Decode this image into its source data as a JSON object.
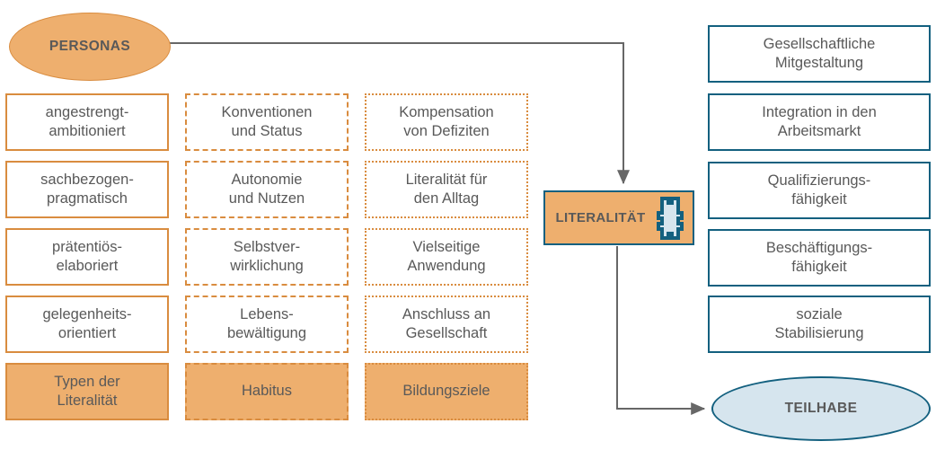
{
  "diagram": {
    "title": "Personas - Literalitaet - Teilhabe",
    "colors": {
      "orange_fill": "#eeaf6e",
      "orange_border": "#d98c3f",
      "blue_border": "#13607f",
      "blue_fill": "#d6e5ee",
      "text": "#595959",
      "connector": "#676767"
    }
  },
  "personas": {
    "label": "PERSONAS",
    "shape": "ellipse"
  },
  "teilhabe": {
    "label": "TEILHABE",
    "shape": "ellipse"
  },
  "literalitaet": {
    "label": "LITERALITÄT",
    "icon": "component-icon"
  },
  "columns": [
    {
      "key": "typen",
      "border_style": "solid",
      "footer": "Typen der\nLiteralität",
      "footer_line1": "Typen der",
      "footer_line2": "Literalität",
      "items": [
        {
          "line1": "angestrengt-",
          "line2": "ambitioniert"
        },
        {
          "line1": "sachbezogen-",
          "line2": "pragmatisch"
        },
        {
          "line1": "prätentiös-",
          "line2": "elaboriert"
        },
        {
          "line1": "gelegenheits-",
          "line2": "orientiert"
        }
      ]
    },
    {
      "key": "habitus",
      "border_style": "dashed",
      "footer": "Habitus",
      "footer_line1": "Habitus",
      "footer_line2": "",
      "items": [
        {
          "line1": "Konventionen",
          "line2": "und Status"
        },
        {
          "line1": "Autonomie",
          "line2": "und Nutzen"
        },
        {
          "line1": "Selbstver-",
          "line2": "wirklichung"
        },
        {
          "line1": "Lebens-",
          "line2": "bewältigung"
        }
      ]
    },
    {
      "key": "bildungsziele",
      "border_style": "dotted",
      "footer": "Bildungsziele",
      "footer_line1": "Bildungsziele",
      "footer_line2": "",
      "items": [
        {
          "line1": "Kompensation",
          "line2": "von Defiziten"
        },
        {
          "line1": "Literalität für",
          "line2": "den Alltag"
        },
        {
          "line1": "Vielseitige",
          "line2": "Anwendung"
        },
        {
          "line1": "Anschluss an",
          "line2": "Gesellschaft"
        }
      ]
    }
  ],
  "outcomes": [
    {
      "line1": "Gesellschaftliche",
      "line2": "Mitgestaltung"
    },
    {
      "line1": "Integration in den",
      "line2": "Arbeitsmarkt"
    },
    {
      "line1": "Qualifizierungs-",
      "line2": "fähigkeit"
    },
    {
      "line1": "Beschäftigungs-",
      "line2": "fähigkeit"
    },
    {
      "line1": "soziale",
      "line2": "Stabilisierung"
    }
  ],
  "connectors": [
    {
      "name": "personas-to-literalitaet",
      "from": "personas",
      "to": "literalitaet",
      "arrow": true
    },
    {
      "name": "literalitaet-to-teilhabe",
      "from": "literalitaet",
      "to": "teilhabe",
      "arrow": true
    }
  ]
}
